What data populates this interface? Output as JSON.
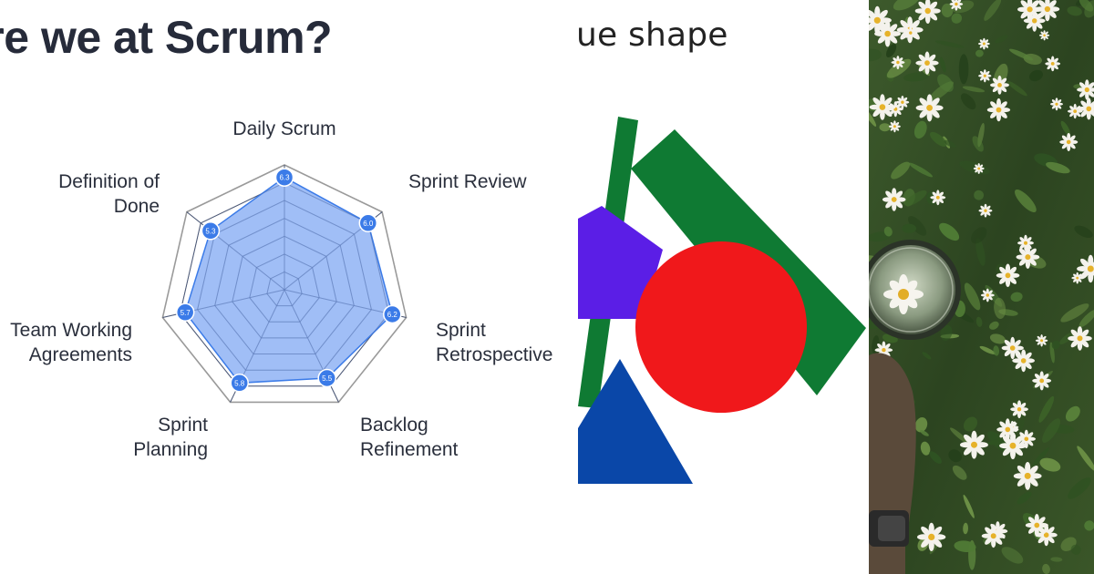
{
  "slide": {
    "title": "are we at Scrum?",
    "shape_title": "ue shape"
  },
  "chart_data": {
    "type": "radar",
    "categories": [
      "Daily Scrum",
      "Sprint Review",
      "Sprint Retrospective",
      "Backlog Refinement",
      "Sprint Planning",
      "Team Working Agreements",
      "Definition of Done"
    ],
    "series": [
      {
        "values": [
          6.3,
          6.0,
          6.2,
          5.5,
          5.8,
          5.7,
          5.3
        ]
      }
    ],
    "value_labels": [
      "6.3",
      "6.0",
      "6.2",
      "5.5",
      "5.8",
      "5.7",
      "5.3"
    ],
    "rlim": [
      0,
      7
    ],
    "grid": true,
    "title": "",
    "colors": {
      "fill": "#8fb3f5",
      "stroke": "#3b7be8",
      "marker": "#3b7be8",
      "grid": "#4a4f5c",
      "outer": "#9a9a9a"
    }
  },
  "shapes": {
    "colors": {
      "green": "#0f7a33",
      "purple": "#5b1ee6",
      "red": "#f0181b",
      "blue": "#0a47a8"
    },
    "items": [
      "bar-shape",
      "rectangle-shape",
      "pentagon-shape",
      "circle-shape",
      "triangle-shape"
    ]
  },
  "photo": {
    "description_icon": "photo-daisies-magnifier",
    "colors": {
      "bg": "#2f4a24",
      "flower": "#f4f2ec",
      "center": "#e6b22a"
    }
  }
}
